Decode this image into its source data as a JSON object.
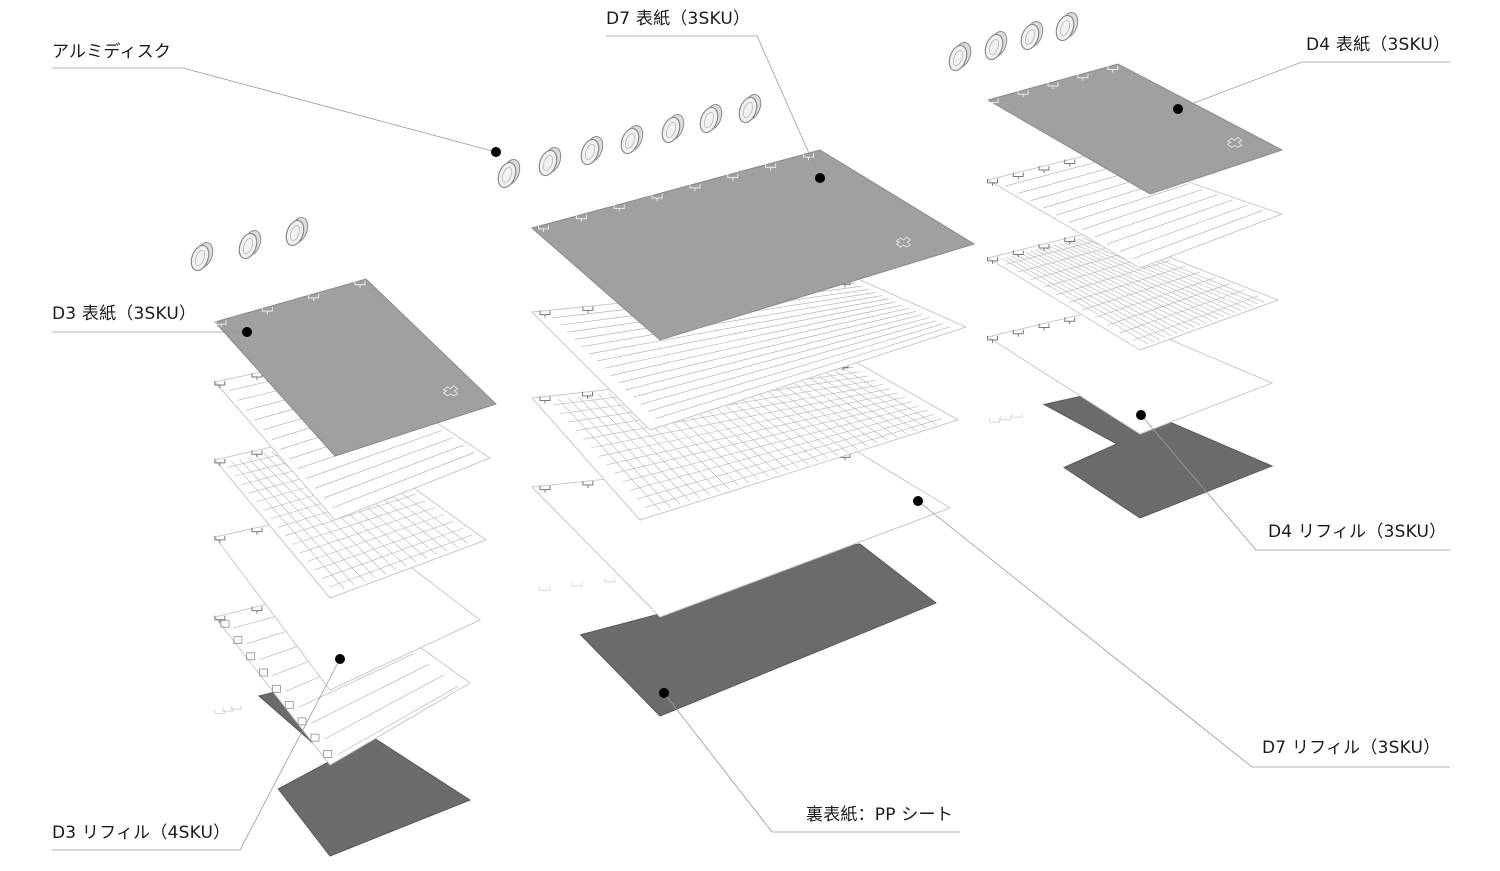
{
  "labels": {
    "alumi_disc": "アルミディスク",
    "d7_cover": "D7 表紙（3SKU）",
    "d4_cover": "D4 表紙（3SKU）",
    "d3_cover": "D3 表紙（3SKU）",
    "d4_refill": "D4 リフィル（3SKU）",
    "d7_refill": "D7 リフィル（3SKU）",
    "back_cover": "裏表紙：PP シート",
    "d3_refill": "D3 リフィル（4SKU）"
  },
  "colors": {
    "background": "#ffffff",
    "cover_gray": "#a0a0a0",
    "back_sheet_dark": "#6b6b6b",
    "line": "#9a9a9a",
    "dot": "#000000",
    "disc_fill": "#dcdcdc",
    "disc_stroke": "#8a8a8a",
    "grid": "#b5b5b5"
  }
}
